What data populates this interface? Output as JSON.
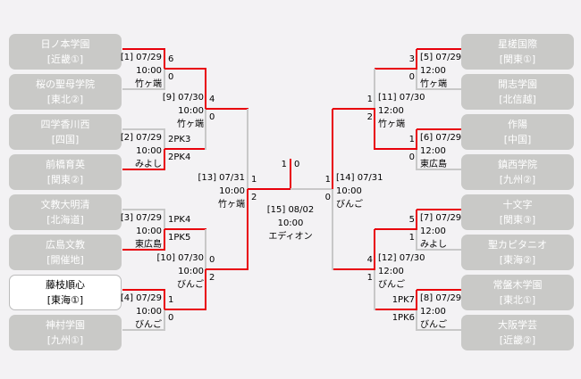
{
  "left_teams": [
    {
      "name": "日ノ本学園",
      "region": "[近畿①]"
    },
    {
      "name": "桜の聖母学院",
      "region": "[東北②]"
    },
    {
      "name": "四学香川西",
      "region": "[四国]"
    },
    {
      "name": "前橋育英",
      "region": "[関東②]"
    },
    {
      "name": "文教大明清",
      "region": "[北海道]"
    },
    {
      "name": "広島文教",
      "region": "[開催地]"
    },
    {
      "name": "藤枝順心",
      "region": "[東海①]"
    },
    {
      "name": "神村学園",
      "region": "[九州①]"
    }
  ],
  "right_teams": [
    {
      "name": "星槎国際",
      "region": "[関東①]"
    },
    {
      "name": "開志学園",
      "region": "[北信越]"
    },
    {
      "name": "作陽",
      "region": "[中国]"
    },
    {
      "name": "鎮西学院",
      "region": "[九州②]"
    },
    {
      "name": "十文字",
      "region": "[関東③]"
    },
    {
      "name": "聖カピタニオ",
      "region": "[東海②]"
    },
    {
      "name": "常盤木学園",
      "region": "[東北①]"
    },
    {
      "name": "大阪学芸",
      "region": "[近畿②]"
    }
  ],
  "highlighted_team": "藤枝順心",
  "matches": [
    {
      "label": "[1] 07/29",
      "time": "10:00",
      "venue": "竹ヶ端",
      "score_top": "6",
      "score_bottom": "0"
    },
    {
      "label": "[2] 07/29",
      "time": "10:00",
      "venue": "みよし",
      "score_top": "2PK3",
      "score_bottom": "2PK4"
    },
    {
      "label": "[3] 07/29",
      "time": "10:00",
      "venue": "東広島",
      "score_top": "1PK4",
      "score_bottom": "1PK5"
    },
    {
      "label": "[4] 07/29",
      "time": "10:00",
      "venue": "びんご",
      "score_top": "1",
      "score_bottom": "0"
    },
    {
      "label": "[5] 07/29",
      "time": "12:00",
      "venue": "竹ヶ端",
      "score_top": "3",
      "score_bottom": "0"
    },
    {
      "label": "[6] 07/29",
      "time": "12:00",
      "venue": "東広島",
      "score_top": "1",
      "score_bottom": "0"
    },
    {
      "label": "[7] 07/29",
      "time": "12:00",
      "venue": "みよし",
      "score_top": "5",
      "score_bottom": "1"
    },
    {
      "label": "[8] 07/29",
      "time": "12:00",
      "venue": "びんご",
      "score_top": "1PK7",
      "score_bottom": "1PK6"
    },
    {
      "label": "[9] 07/30",
      "time": "10:00",
      "venue": "竹ヶ端",
      "score_top": "4",
      "score_bottom": "0"
    },
    {
      "label": "[10] 07/30",
      "time": "10:00",
      "venue": "びんご",
      "score_top": "0",
      "score_bottom": "2"
    },
    {
      "label": "[11] 07/30",
      "time": "12:00",
      "venue": "竹ヶ端",
      "score_top": "1",
      "score_bottom": "2"
    },
    {
      "label": "[12] 07/30",
      "time": "12:00",
      "venue": "びんご",
      "score_top": "4",
      "score_bottom": "1"
    },
    {
      "label": "[13] 07/31",
      "time": "10:00",
      "venue": "竹ヶ端",
      "score_top": "1",
      "score_bottom": "2"
    },
    {
      "label": "[14] 07/31",
      "time": "10:00",
      "venue": "びんご",
      "score_top": "1",
      "score_bottom": "0"
    },
    {
      "label": "[15] 08/02",
      "time": "10:00",
      "venue": "エディオン",
      "score_top": "1",
      "score_bottom": "0"
    }
  ],
  "colors": {
    "winner_line": "#e8000b",
    "line": "#c8c8c8",
    "team_box": "#c9c9c7",
    "highlight_box": "#ffffff"
  }
}
